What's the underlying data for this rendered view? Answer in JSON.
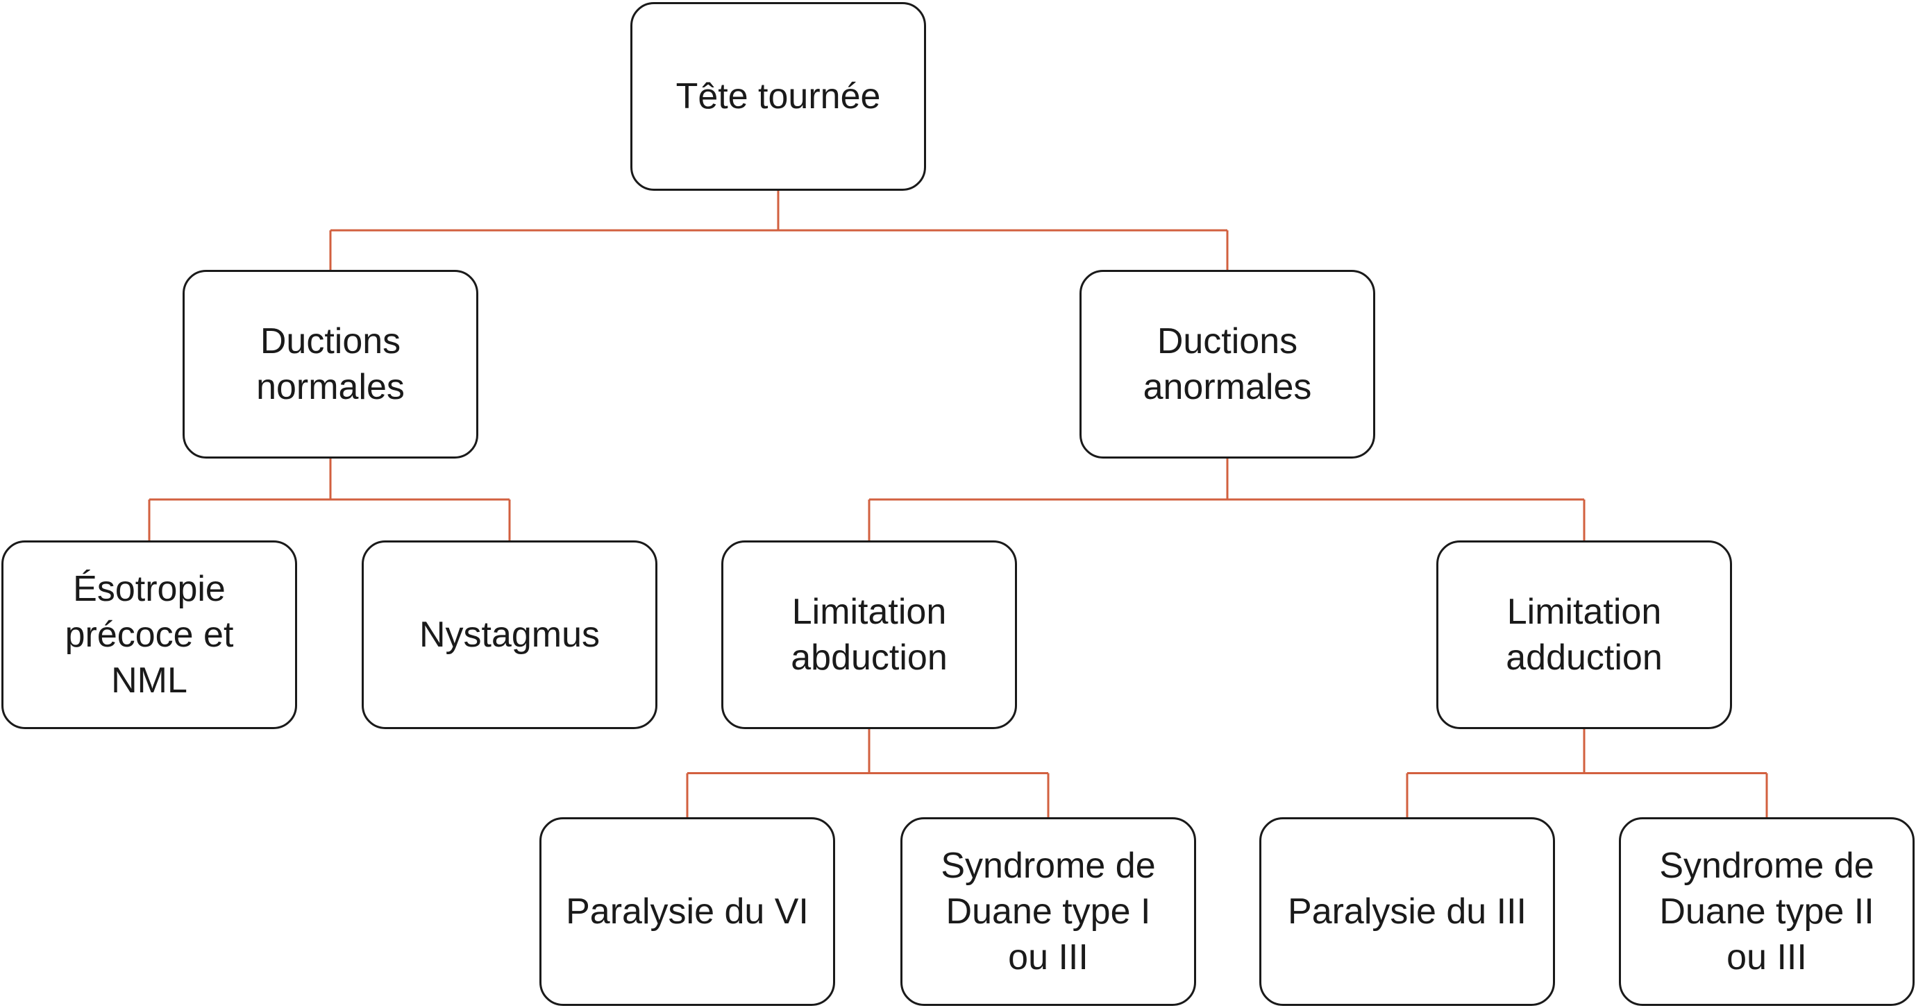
{
  "colors": {
    "connector": "#d2603f",
    "border": "#1a1a1a",
    "text": "#1a1a1a"
  },
  "nodes": {
    "root": "Tête tournée",
    "ductions_normales": "Ductions\nnormales",
    "ductions_anormales": "Ductions\nanormales",
    "esotropie": "Ésotropie\nprécoce et\nNML",
    "nystagmus": "Nystagmus",
    "limitation_abduction": "Limitation\nabduction",
    "limitation_adduction": "Limitation\nadduction",
    "paralysie_vi": "Paralysie du VI",
    "duane_1_3": "Syndrome de\nDuane type I\nou III",
    "paralysie_iii": "Paralysie du III",
    "duane_2_3": "Syndrome de\nDuane type II\nou III"
  },
  "edges": [
    [
      "root",
      "ductions_normales"
    ],
    [
      "root",
      "ductions_anormales"
    ],
    [
      "ductions_normales",
      "esotropie"
    ],
    [
      "ductions_normales",
      "nystagmus"
    ],
    [
      "ductions_anormales",
      "limitation_abduction"
    ],
    [
      "ductions_anormales",
      "limitation_adduction"
    ],
    [
      "limitation_abduction",
      "paralysie_vi"
    ],
    [
      "limitation_abduction",
      "duane_1_3"
    ],
    [
      "limitation_adduction",
      "paralysie_iii"
    ],
    [
      "limitation_adduction",
      "duane_2_3"
    ]
  ]
}
